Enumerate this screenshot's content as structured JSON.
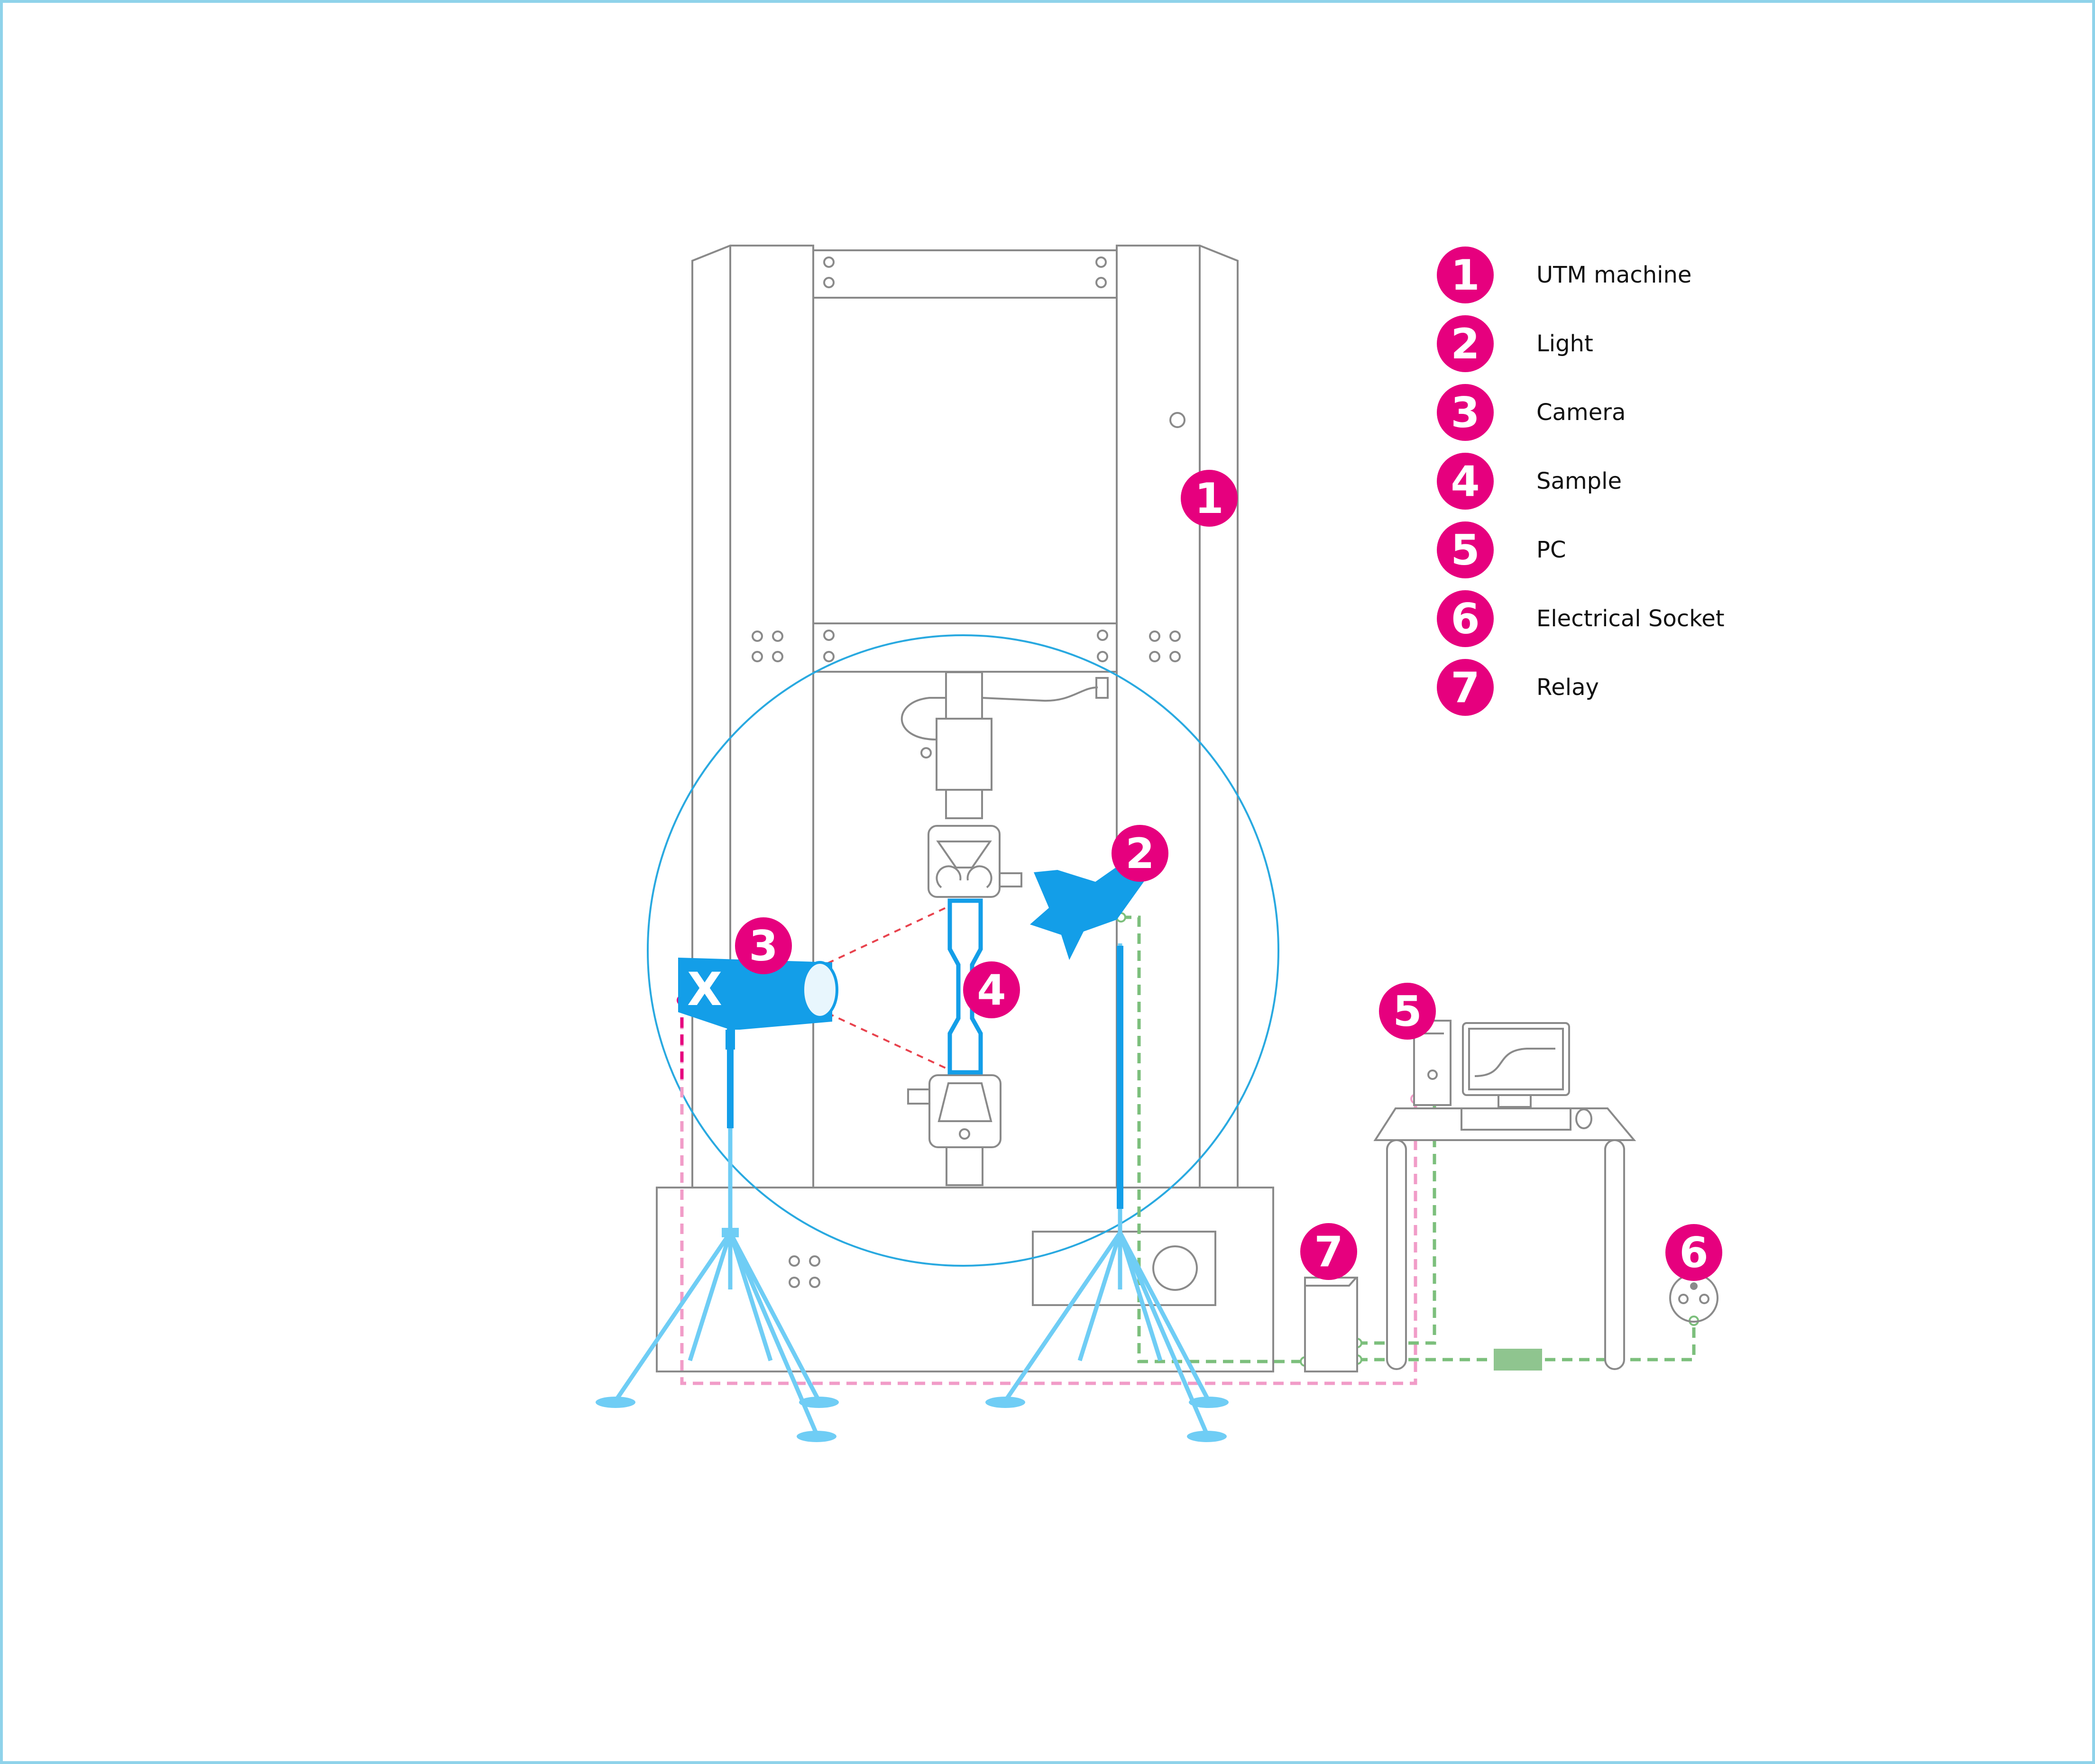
{
  "colors": {
    "accent": "#e6007e",
    "equipment_blue": "#139ee8",
    "tripod_blue": "#6fcdf5",
    "outline_grey": "#8a8a8a",
    "power_green": "#7cbf7c",
    "data_pink": "#f19cc8",
    "view_red": "#e8424d",
    "frame_cyan": "#8fd3ea"
  },
  "legend": [
    {
      "number": "1",
      "label": "UTM machine"
    },
    {
      "number": "2",
      "label": "Light"
    },
    {
      "number": "3",
      "label": "Camera"
    },
    {
      "number": "4",
      "label": "Sample"
    },
    {
      "number": "5",
      "label": "PC"
    },
    {
      "number": "6",
      "label": "Electrical Socket"
    },
    {
      "number": "7",
      "label": "Relay"
    }
  ],
  "callouts": {
    "utm": "1",
    "light": "2",
    "camera": "3",
    "sample": "4",
    "pc": "5",
    "socket": "6",
    "relay": "7"
  },
  "camera_mark": "X"
}
